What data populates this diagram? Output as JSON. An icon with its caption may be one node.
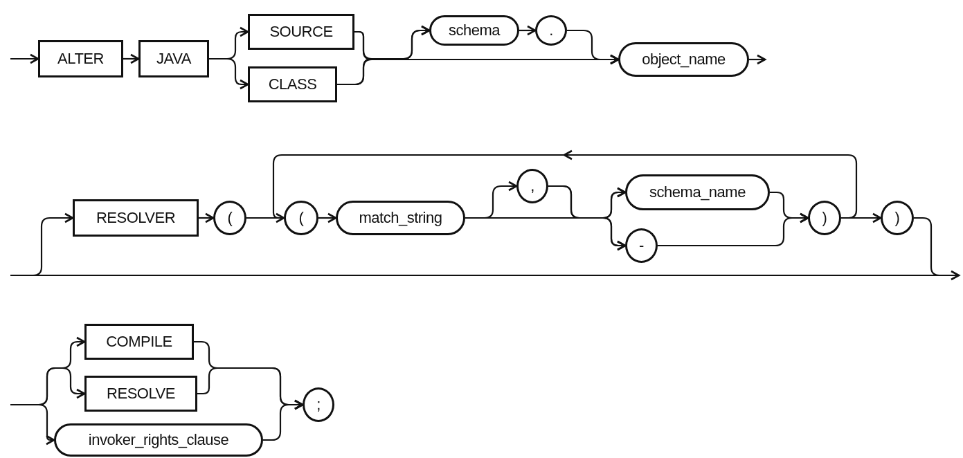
{
  "diagram": {
    "nodes": [
      {
        "text": [
          "ALTER"
        ]
      },
      {
        "text": [
          "JAVA"
        ]
      },
      {
        "text": [
          "SOURCE"
        ]
      },
      {
        "text": [
          "CLASS"
        ]
      },
      {
        "text": [
          "schema"
        ]
      },
      {
        "text": [
          "."
        ]
      },
      {
        "text": [
          "object_name"
        ]
      },
      {
        "text": [
          "RESOLVER"
        ]
      },
      {
        "text": [
          "("
        ]
      },
      {
        "text": [
          "("
        ]
      },
      {
        "text": [
          "match_string"
        ]
      },
      {
        "text": [
          ","
        ]
      },
      {
        "text": [
          "schema_name"
        ]
      },
      {
        "text": [
          "-"
        ]
      },
      {
        "text": [
          ")"
        ]
      },
      {
        "text": [
          ")"
        ]
      },
      {
        "text": [
          "COMPILE"
        ]
      },
      {
        "text": [
          "RESOLVE"
        ]
      },
      {
        "text": [
          "invoker_rights_clause"
        ]
      },
      {
        "text": [
          ";"
        ]
      }
    ],
    "edges": [
      {
        "from": null,
        "to": 0,
        "arrow": "to"
      },
      {
        "from": 0,
        "to": 1,
        "arrow": "to"
      },
      {
        "from": 1,
        "to": 2,
        "arrow": "to"
      },
      {
        "from": 1,
        "to": 3,
        "arrow": "to"
      },
      {
        "from": 2,
        "to": 4,
        "arrow": "to"
      },
      {
        "from": 2,
        "to": 6,
        "arrow": "to"
      },
      {
        "from": 3,
        "to": 4,
        "arrow": "to"
      },
      {
        "from": 3,
        "to": 6,
        "arrow": "to"
      },
      {
        "from": 4,
        "to": 5,
        "arrow": "to"
      },
      {
        "from": 5,
        "to": 6,
        "arrow": "to"
      },
      {
        "from": 6,
        "to": null,
        "arrow": "to"
      },
      {
        "from": null,
        "to": 7,
        "arrow": "to"
      },
      {
        "from": 7,
        "to": 8,
        "arrow": "to"
      },
      {
        "from": 8,
        "to": 9,
        "arrow": "to"
      },
      {
        "from": 9,
        "to": 10,
        "arrow": "to"
      },
      {
        "from": 10,
        "to": 11,
        "arrow": "to"
      },
      {
        "from": 10,
        "to": 12,
        "arrow": "to"
      },
      {
        "from": 10,
        "to": 13,
        "arrow": "to"
      },
      {
        "from": 11,
        "to": 12,
        "arrow": "to"
      },
      {
        "from": 11,
        "to": 13,
        "arrow": "to"
      },
      {
        "from": 12,
        "to": 14,
        "arrow": "to"
      },
      {
        "from": 13,
        "to": 14,
        "arrow": "to"
      },
      {
        "from": 14,
        "to": 9,
        "arrow": "to"
      },
      {
        "from": 14,
        "to": 15,
        "arrow": "to"
      },
      {
        "from": 15,
        "to": null,
        "arrow": "to"
      },
      {
        "from": null,
        "to": 16,
        "arrow": "to"
      },
      {
        "from": null,
        "to": 17,
        "arrow": "to"
      },
      {
        "from": null,
        "to": 18,
        "arrow": "to"
      },
      {
        "from": 16,
        "to": 19,
        "arrow": "to"
      },
      {
        "from": 17,
        "to": 19,
        "arrow": "to"
      },
      {
        "from": 18,
        "to": 19,
        "arrow": "to"
      }
    ]
  }
}
